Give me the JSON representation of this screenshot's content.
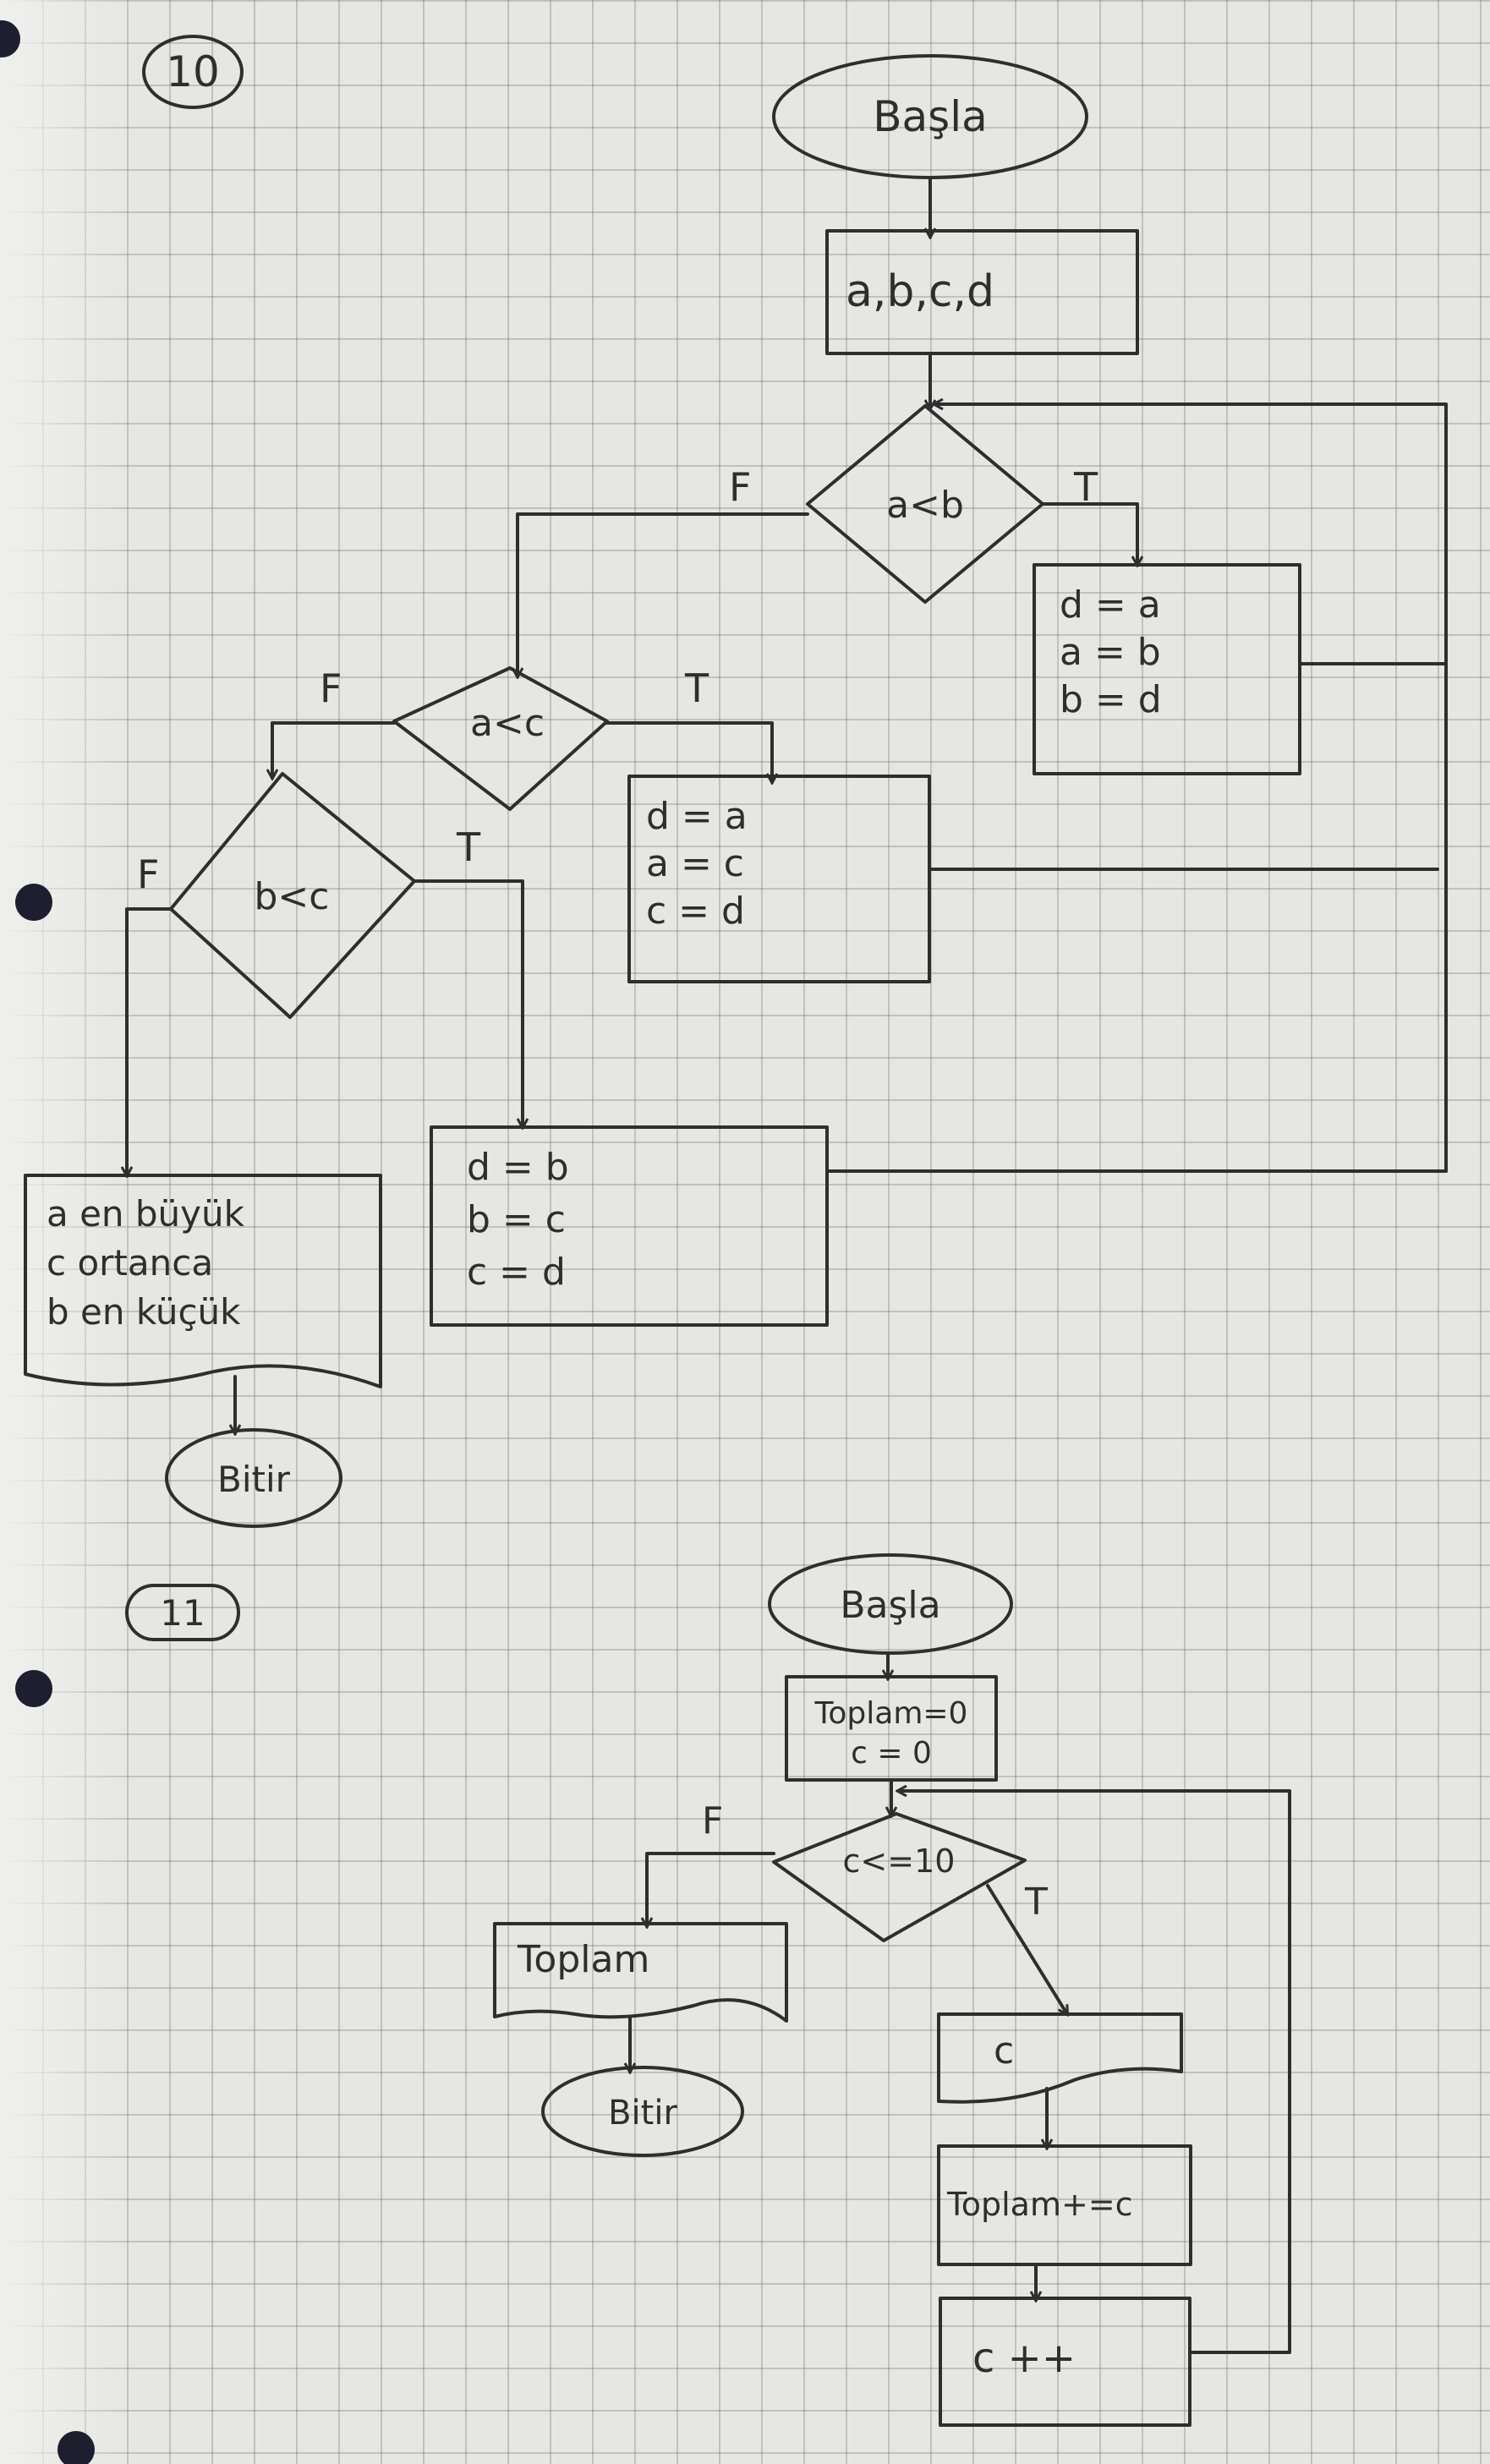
{
  "colors": {
    "ink": "#2e2e2e",
    "paper": "#e6e6e3",
    "grid": "#9a9a9a",
    "hole": "#1d1f2e"
  },
  "flow10": {
    "number": "10",
    "start": "Başla",
    "input": "a,b,c,d",
    "cond_ab": "a<b",
    "cond_ac": "a<c",
    "cond_bc": "b<c",
    "label_f1": "F",
    "label_t1": "T",
    "label_f2": "F",
    "label_t2": "T",
    "label_f3": "F",
    "label_t3": "T",
    "swap_ab": [
      "d = a",
      "a = b",
      "b = d"
    ],
    "swap_ac": [
      "d = a",
      "a = c",
      "c = d"
    ],
    "swap_bc": [
      "d = b",
      "b = c",
      "c = d"
    ],
    "output": [
      "a en büyük",
      "c ortanca",
      "b en küçük"
    ],
    "end": "Bitir"
  },
  "flow11": {
    "number": "11",
    "start": "Başla",
    "init": [
      "Toplam=0",
      "c = 0"
    ],
    "cond": "c<=10",
    "label_f": "F",
    "label_t": "T",
    "output": "Toplam",
    "end": "Bitir",
    "display_c": "c",
    "add": "Toplam+=c",
    "inc": "c ++"
  }
}
